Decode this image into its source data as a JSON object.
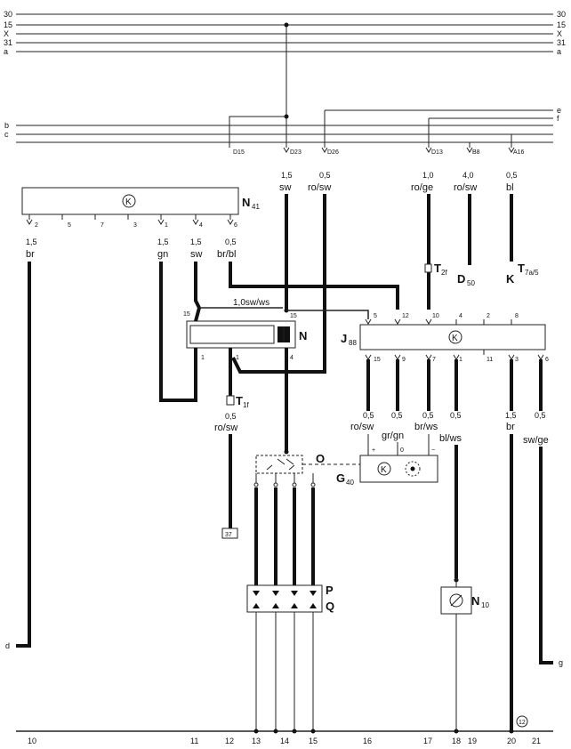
{
  "rails": {
    "top": [
      "30",
      "15",
      "X",
      "31",
      "a"
    ],
    "mid": [
      "b",
      "c"
    ],
    "mid_right": [
      "e",
      "f"
    ]
  },
  "connectors": {
    "d15": "D15",
    "d23": "D23",
    "d26": "D26",
    "d13": "D13",
    "b8": "B8",
    "a16": "A16"
  },
  "wires_top": {
    "d23": {
      "size": "1,5",
      "color": "sw"
    },
    "d26": {
      "size": "0,5",
      "color": "ro/sw"
    },
    "d13": {
      "size": "1,0",
      "color": "ro/ge"
    },
    "b8": {
      "size": "4,0",
      "color": "ro/sw"
    },
    "a16": {
      "size": "0,5",
      "color": "bl"
    }
  },
  "n41": {
    "label": "N",
    "label_sub": "41",
    "k_symbol": "K",
    "pins": [
      "2",
      "5",
      "7",
      "3",
      "1",
      "4",
      "6"
    ],
    "wires": [
      {
        "size": "1,5",
        "color": "br"
      },
      {
        "size": "1,5",
        "color": "gn"
      },
      {
        "size": "1,5",
        "color": "sw"
      },
      {
        "size": "0,5",
        "color": "br/bl"
      }
    ]
  },
  "right_labels": {
    "t2f": "T",
    "t2f_sub": "2f",
    "d50": "D",
    "d50_sub": "50",
    "k": "K",
    "t7a": "T",
    "t7a_sub": "7a/5"
  },
  "n": {
    "label": "N",
    "pins_top": [
      "15",
      "15"
    ],
    "pins_bottom": [
      "1",
      "1",
      "4"
    ],
    "wire_top": "1,0sw/ws"
  },
  "t1f": {
    "label": "T",
    "sub": "1f",
    "size": "0,5",
    "color": "ro/sw",
    "ref": "37"
  },
  "j88": {
    "label": "J",
    "label_sub": "88",
    "k_symbol": "K",
    "pins_top": [
      "5",
      "12",
      "10",
      "4",
      "2",
      "8"
    ],
    "pins_bottom": [
      "15",
      "9",
      "7",
      "1",
      "11",
      "3",
      "6"
    ],
    "wires": [
      {
        "size": "0,5",
        "color": "ro/sw"
      },
      {
        "size": "0,5",
        "color": "gr/gn"
      },
      {
        "size": "0,5",
        "color": "br/ws"
      },
      {
        "size": "0,5",
        "color": "bl/ws"
      },
      {
        "size": "1,5",
        "color": "br"
      },
      {
        "size": "0,5",
        "color": "sw/ge"
      }
    ]
  },
  "g40": {
    "label": "G",
    "label_sub": "40",
    "k_symbol": "K",
    "pins": [
      "+",
      "0",
      "−"
    ]
  },
  "o_label": "O",
  "p_label": "P",
  "q_label": "Q",
  "n10": {
    "label": "N",
    "label_sub": "10"
  },
  "edge_labels": {
    "left": "d",
    "right": "g"
  },
  "ground_ref": "12",
  "bottom_numbers": [
    "10",
    "11",
    "12",
    "13",
    "14",
    "15",
    "16",
    "17",
    "18",
    "19",
    "20",
    "21"
  ]
}
